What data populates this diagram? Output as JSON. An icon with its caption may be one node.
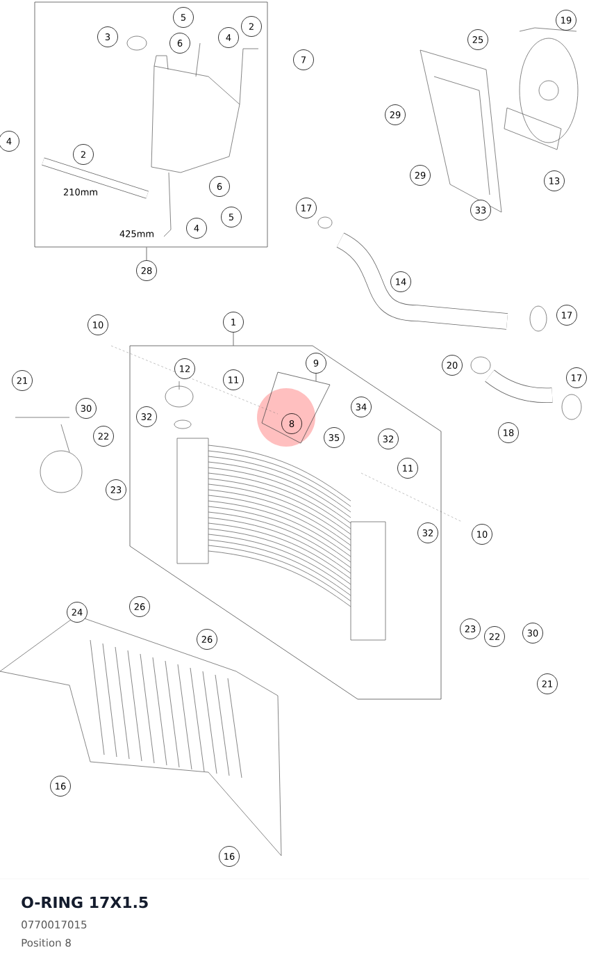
{
  "diagram": {
    "title": "O-RING 17X1.5",
    "nodes": [
      {
        "text": [],
        "shape": "box"
      },
      {
        "text": [
          "5"
        ],
        "in": 0
      },
      {
        "text": [
          "2"
        ],
        "in": 0
      },
      {
        "text": [
          "3"
        ],
        "in": 0
      },
      {
        "text": [
          "4"
        ],
        "in": 0
      },
      {
        "text": [
          "6"
        ],
        "in": 0
      },
      {
        "text": [
          "2"
        ],
        "in": 0
      },
      {
        "text": [
          "6"
        ],
        "in": 0
      },
      {
        "text": [
          "5"
        ],
        "in": 0
      },
      {
        "text": [
          "4"
        ],
        "in": 0
      },
      {
        "text": [
          "19"
        ]
      },
      {
        "text": [
          "25"
        ]
      },
      {
        "text": [
          "7"
        ]
      },
      {
        "text": [
          "29"
        ]
      },
      {
        "text": [
          "4"
        ]
      },
      {
        "text": [
          "29"
        ]
      },
      {
        "text": [
          "13"
        ]
      },
      {
        "text": [
          "17"
        ]
      },
      {
        "text": [
          "33"
        ]
      },
      {
        "text": [
          "28"
        ]
      },
      {
        "text": [
          "14"
        ]
      },
      {
        "text": [
          "17"
        ]
      },
      {
        "text": [
          "10"
        ]
      },
      {
        "text": [
          "1"
        ]
      },
      {
        "text": [],
        "shape": "box"
      },
      {
        "text": [
          "12"
        ],
        "in": 24
      },
      {
        "text": [
          "11"
        ],
        "in": 24
      },
      {
        "text": [
          "9"
        ],
        "in": 24
      },
      {
        "text": [],
        "shape": "box",
        "in": 24
      },
      {
        "text": [
          "8"
        ],
        "in": 28
      },
      {
        "text": [
          "32"
        ],
        "in": 24
      },
      {
        "text": [
          "34"
        ],
        "in": 24
      },
      {
        "text": [
          "35"
        ],
        "in": 24
      },
      {
        "text": [
          "32"
        ],
        "in": 24
      },
      {
        "text": [
          "11"
        ],
        "in": 24
      },
      {
        "text": [
          "32"
        ],
        "in": 24
      },
      {
        "text": [
          "20"
        ]
      },
      {
        "text": [
          "17"
        ]
      },
      {
        "text": [
          "21"
        ]
      },
      {
        "text": [
          "30"
        ]
      },
      {
        "text": [
          "18"
        ]
      },
      {
        "text": [
          "22"
        ]
      },
      {
        "text": [
          "23"
        ]
      },
      {
        "text": [
          "10"
        ]
      },
      {
        "text": [
          "26"
        ]
      },
      {
        "text": [
          "24"
        ]
      },
      {
        "text": [
          "26"
        ]
      },
      {
        "text": [
          "23"
        ]
      },
      {
        "text": [
          "22"
        ]
      },
      {
        "text": [
          "30"
        ]
      },
      {
        "text": [
          "21"
        ]
      },
      {
        "text": [
          "16"
        ]
      },
      {
        "text": [
          "16"
        ]
      }
    ],
    "edges": [
      {
        "from": 19,
        "to": 0,
        "arrow": "none"
      },
      {
        "from": 23,
        "to": 24,
        "arrow": "none"
      },
      {
        "from": 27,
        "to": 28,
        "arrow": "none"
      }
    ],
    "labels": [
      "210mm",
      "425mm",
      "0770017015",
      "Position 8"
    ]
  }
}
